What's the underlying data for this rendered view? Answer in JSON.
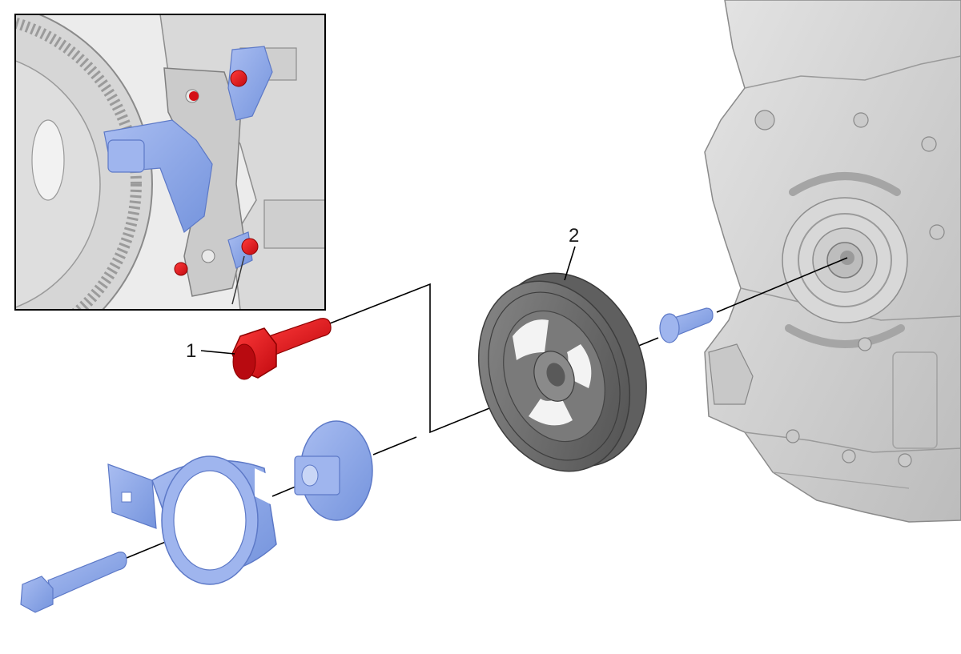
{
  "diagram": {
    "callouts": [
      {
        "number": "1",
        "part": "red-flange-bolt"
      },
      {
        "number": "2",
        "part": "crankshaft-balancer-pulley"
      }
    ],
    "colors": {
      "highlighted_part": "#e0131b",
      "tool": "#8fa9ea",
      "tool_shade": "#6f8bd6",
      "pulley": "#6d6d6d",
      "engine": "#d4d4d4",
      "line": "#000000"
    }
  }
}
